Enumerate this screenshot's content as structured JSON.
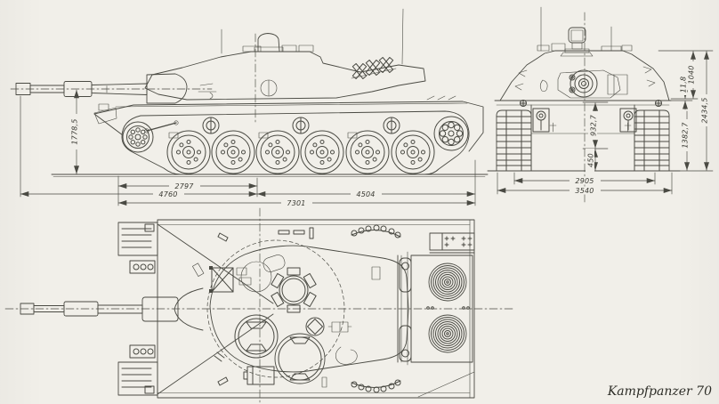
{
  "caption": "Kampfpanzer 70",
  "colors": {
    "paper": "#f1efe9",
    "ink": "#4a4a43"
  },
  "side_view": {
    "dims": {
      "gun_axis_height": "1778,5",
      "track_contact": "2797",
      "front_section": "4760",
      "rear_section": "4504",
      "overall_length": "7301"
    }
  },
  "front_view": {
    "dims": {
      "turret_height": "1040",
      "gap": "11,8",
      "overall_height": "2434,5",
      "hull_height": "1382,7",
      "hull_mid_height": "932,7",
      "ground_clearance": "450",
      "track_centers": "2905",
      "overall_width": "3540"
    }
  }
}
